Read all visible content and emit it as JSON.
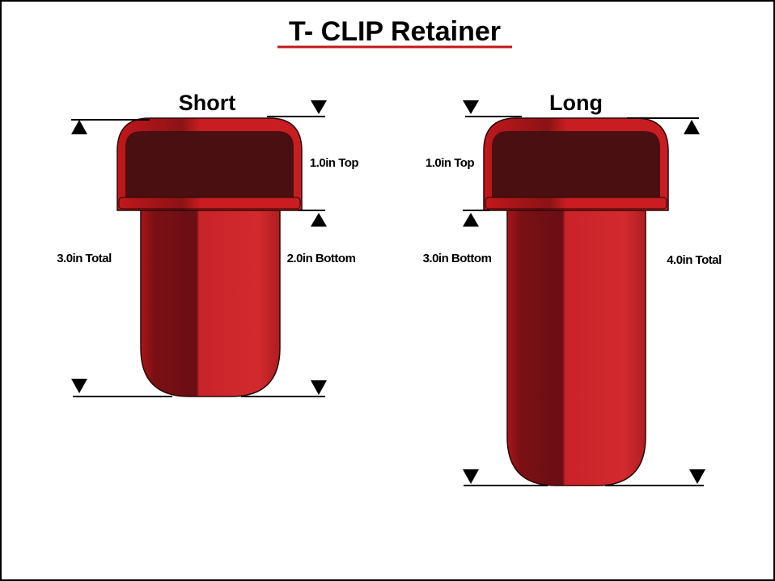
{
  "title": "T- CLIP Retainer",
  "colors": {
    "accent": "#c0181c",
    "cap_inner": "#4a0f10",
    "body_dark": "#7a1014",
    "body_light": "#d0262a"
  },
  "short": {
    "label": "Short",
    "top": "1.0in Top",
    "bottom": "2.0in Bottom",
    "total": "3.0in Total"
  },
  "long": {
    "label": "Long",
    "top": "1.0in Top",
    "bottom": "3.0in Bottom",
    "total": "4.0in Total"
  }
}
